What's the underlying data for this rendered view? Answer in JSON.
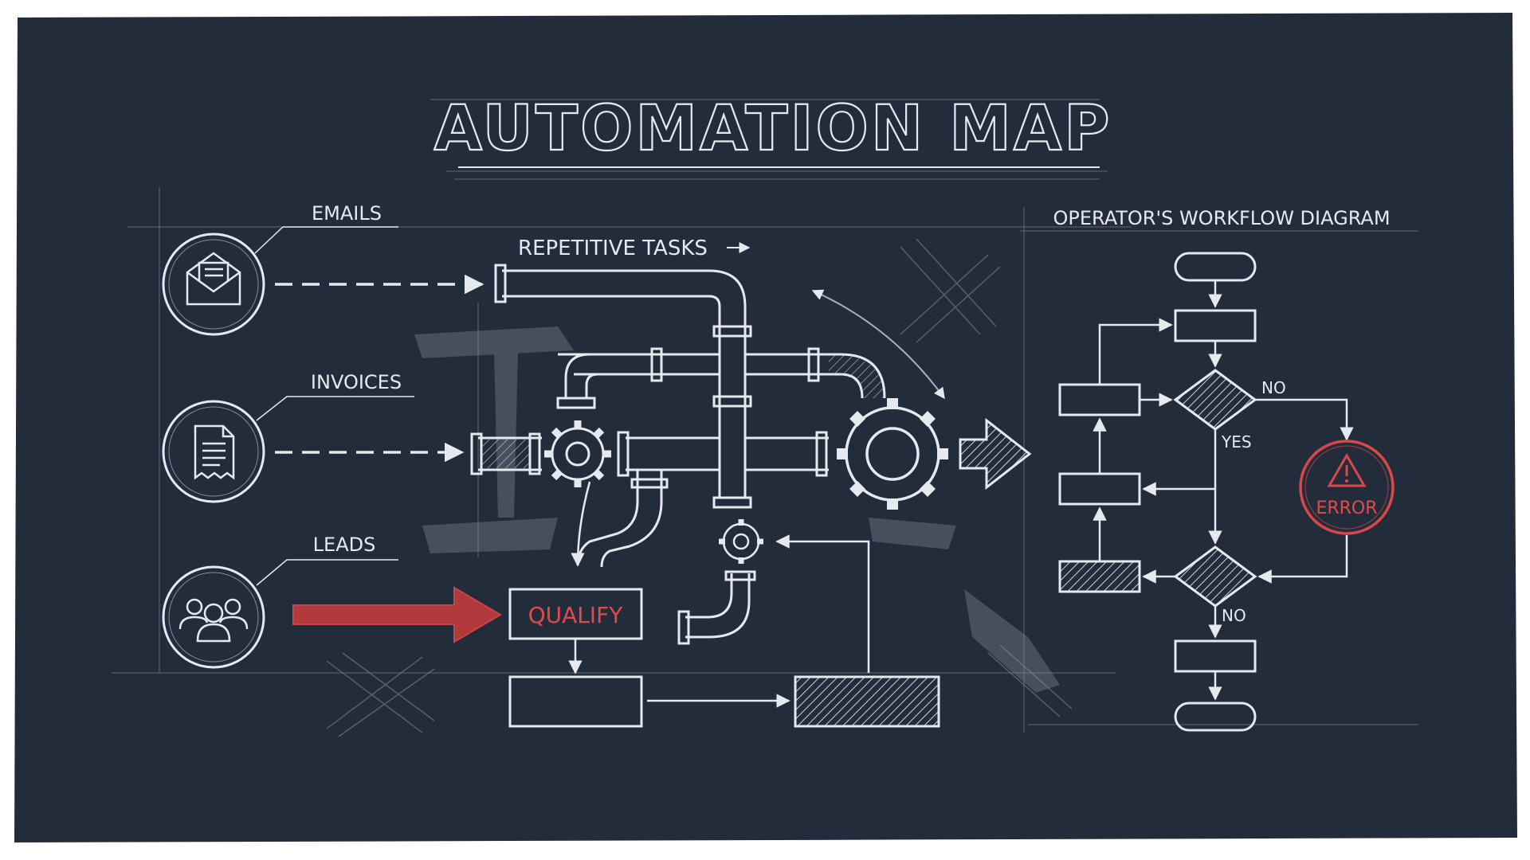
{
  "title": "AUTOMATION MAP",
  "inputs": {
    "emails": "EMAILS",
    "invoices": "INVOICES",
    "leads": "LEADS"
  },
  "repetitive_tasks": "REPETITIVE TASKS",
  "qualify": "QUALIFY",
  "workflow": {
    "title": "OPERATOR'S WORKFLOW DIAGRAM",
    "no_top": "NO",
    "yes": "YES",
    "no_bottom": "NO",
    "error": "ERROR"
  },
  "icons": [
    "envelope-icon",
    "document-icon",
    "people-icon",
    "gear-icon",
    "warning-icon"
  ],
  "colors": {
    "board": "#232c3b",
    "chalk": "#e6e9ee",
    "accent_red": "#d94848"
  }
}
